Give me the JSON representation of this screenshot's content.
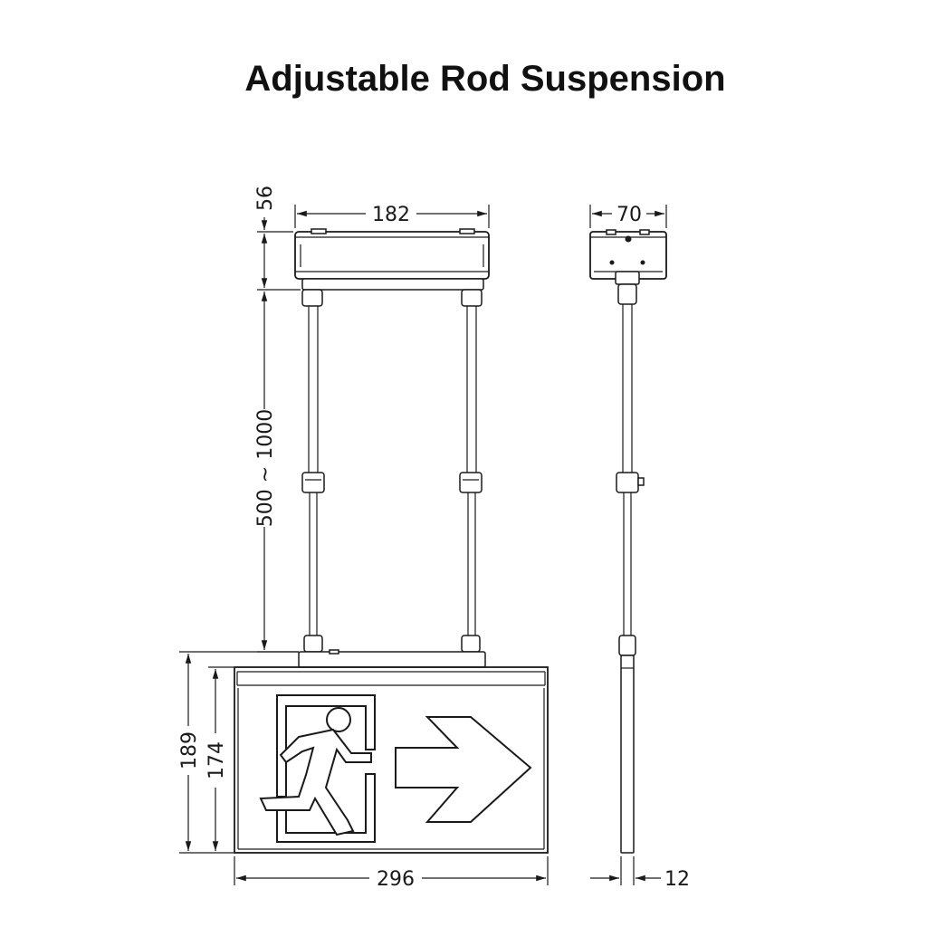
{
  "title": "Adjustable Rod Suspension",
  "dimensions": {
    "canopy_height": "56",
    "canopy_width": "182",
    "side_depth": "70",
    "rod_length": "500 ~ 1000",
    "total_height": "189",
    "panel_height": "174",
    "panel_width": "296",
    "panel_thickness": "12"
  },
  "icons": {
    "running_man": "running-man-icon",
    "arrow": "arrow-right-icon"
  }
}
